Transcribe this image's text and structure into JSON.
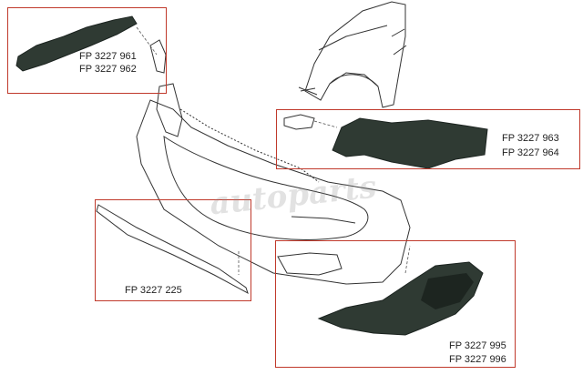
{
  "colors": {
    "callout_border": "#c0392b",
    "line": "#333333",
    "part_fill": "#2f3a33",
    "text": "#222222"
  },
  "watermark": "autoparts",
  "callouts": [
    {
      "name": "upper-left-bracket",
      "part_numbers": [
        "FP 3227 961",
        "FP 3227 962"
      ]
    },
    {
      "name": "side-bracket",
      "part_numbers": [
        "FP 3227 963",
        "FP 3227 964"
      ]
    },
    {
      "name": "lower-reinforcement-strip",
      "part_numbers": [
        "FP 3227 225"
      ]
    },
    {
      "name": "fog-lamp-grille",
      "part_numbers": [
        "FP 3227 995",
        "FP 3227 996"
      ]
    }
  ]
}
